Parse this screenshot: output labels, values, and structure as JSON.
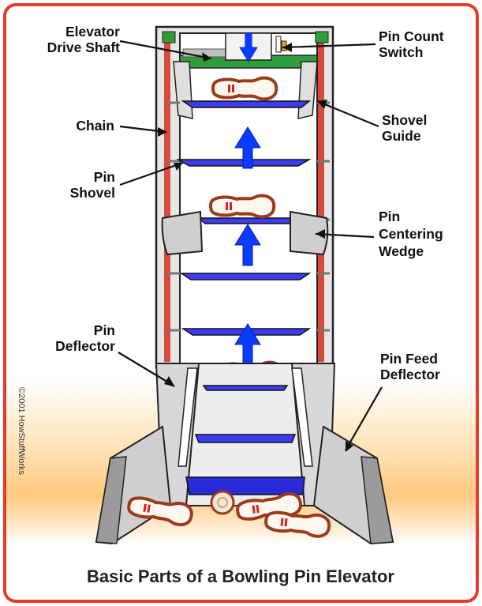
{
  "labels": {
    "elevator_drive_shaft": [
      "Elevator",
      "Drive Shaft"
    ],
    "pin_count_switch": [
      "Pin Count",
      "Switch"
    ],
    "chain": [
      "Chain"
    ],
    "shovel_guide": [
      "Shovel",
      "Guide"
    ],
    "pin_shovel": [
      "Pin",
      "Shovel"
    ],
    "pin_centering_wedge": [
      "Pin",
      "Centering",
      "Wedge"
    ],
    "pin_deflector": [
      "Pin",
      "Deflector"
    ],
    "pin_feed_deflector": [
      "Pin Feed",
      "Deflector"
    ]
  },
  "caption": "Basic Parts of a Bowling Pin Elevator",
  "copyright": "©2001 HowStuffWorks",
  "colors": {
    "border": "#e53a2c",
    "frame": "#e6e6e6",
    "frame_stroke": "#222222",
    "chain_red": "#d84a3c",
    "shovel_blue": "#3d3df0",
    "arrow_blue": "#0a3cff",
    "drive_green": "#2f9d3a",
    "wedge_gray": "#cfcfcf",
    "pin_outline": "#9a3b1c",
    "pin_fill": "#fff8f0",
    "pin_stripe": "#d32222",
    "floor": "#ffc980"
  }
}
